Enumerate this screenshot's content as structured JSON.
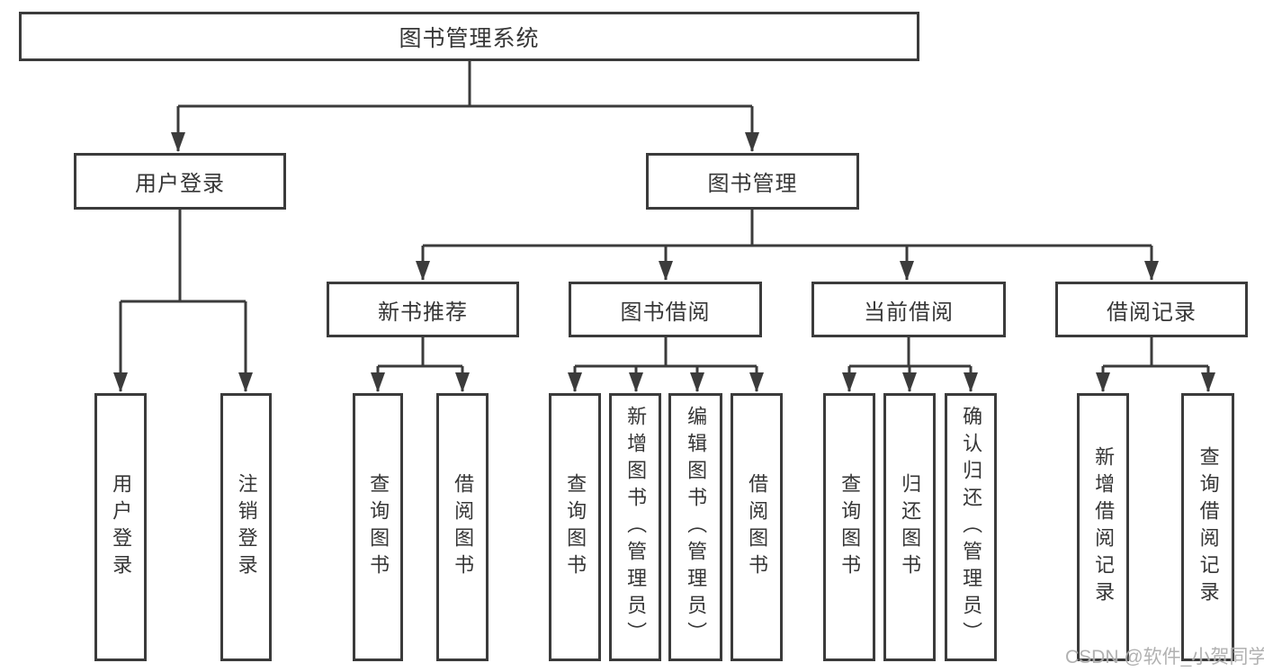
{
  "diagram": {
    "title": "图书管理系统",
    "type": "hierarchy-flowchart",
    "colors": {
      "background": "#ffffff",
      "line": "#3b3b3b",
      "box_border": "#3b3b3b",
      "box_fill": "#ffffff",
      "text": "#363636",
      "watermark": "#ababab"
    }
  },
  "tree": {
    "label": "图书管理系统",
    "children": [
      {
        "label": "用户登录",
        "children": [
          {
            "label": "用户登录"
          },
          {
            "label": "注销登录"
          }
        ]
      },
      {
        "label": "图书管理",
        "children": [
          {
            "label": "新书推荐",
            "children": [
              {
                "label": "查询图书"
              },
              {
                "label": "借阅图书"
              }
            ]
          },
          {
            "label": "图书借阅",
            "children": [
              {
                "label": "查询图书"
              },
              {
                "label": "新增图书（管理员）"
              },
              {
                "label": "编辑图书（管理员）"
              },
              {
                "label": "借阅图书"
              }
            ]
          },
          {
            "label": "当前借阅",
            "children": [
              {
                "label": "查询图书"
              },
              {
                "label": "归还图书"
              },
              {
                "label": "确认归还（管理员）"
              }
            ]
          },
          {
            "label": "借阅记录",
            "children": [
              {
                "label": "新增借阅记录"
              },
              {
                "label": "查询借阅记录"
              }
            ]
          }
        ]
      }
    ]
  },
  "watermark": {
    "text": "CSDN @软件_小贺同学"
  }
}
